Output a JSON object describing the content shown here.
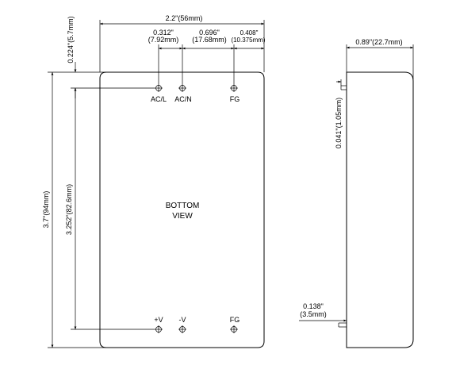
{
  "bottom_view": {
    "title_line1": "BOTTOM",
    "title_line2": "VIEW",
    "width_dim": "2.2\"(56mm)",
    "pitch1_in": "0.312\"",
    "pitch1_mm": "(7.92mm)",
    "pitch2_in": "0.696\"",
    "pitch2_mm": "(17.68mm)",
    "pitch3_in": "0.408\"",
    "pitch3_mm": "(10.375mm)",
    "top_offset_dim": "0.224\"(5.7mm)",
    "height_dim": "3.7\"(94mm)",
    "pin_span_dim": "3.252\"(82.6mm)",
    "pins": {
      "acl": "AC/L",
      "acn": "AC/N",
      "fg_top": "FG",
      "vplus": "+V",
      "vminus": "-V",
      "fg_bottom": "FG"
    }
  },
  "side_view": {
    "depth_dim": "0.89\"(22.7mm)",
    "pin_offset_dim": "0.041\"(1.05mm)",
    "pin_length_in": "0.138\"",
    "pin_length_mm": "(3.5mm)"
  }
}
